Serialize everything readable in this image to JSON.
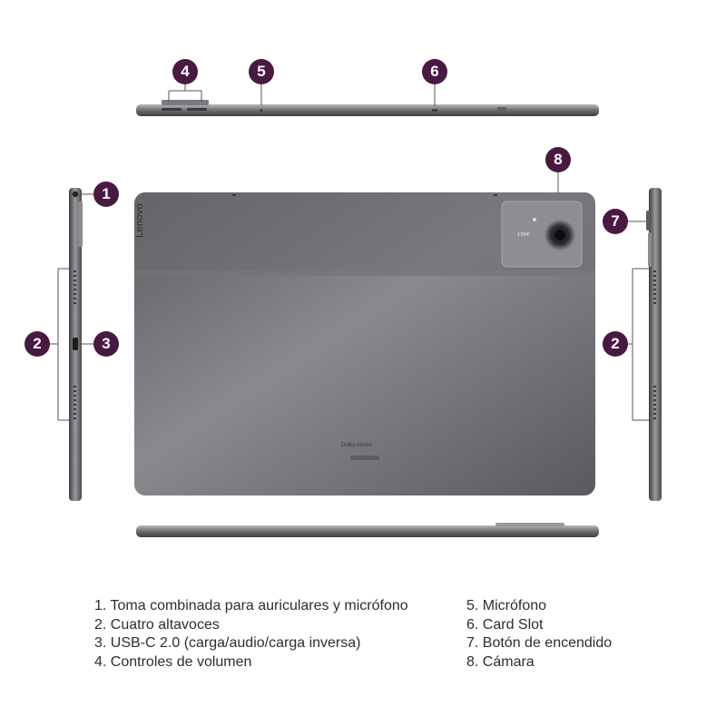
{
  "callouts": {
    "c1": "1",
    "c2_left": "2",
    "c2_right": "2",
    "c3": "3",
    "c4": "4",
    "c5": "5",
    "c6": "6",
    "c7": "7",
    "c8": "8"
  },
  "device": {
    "brand": "Lenovo",
    "speaker_badge": "Dolby Atmos",
    "camera_badge": "13MP"
  },
  "legend": {
    "left": [
      "1.  Toma combinada para auriculares y micrófono",
      "2. Cuatro altavoces",
      "3. USB-C 2.0 (carga/audio/carga inversa)",
      "4. Controles de volumen"
    ],
    "right": [
      "5. Micrófono",
      "6. Card Slot",
      "7. Botón de encendido",
      "8. Cámara"
    ]
  },
  "colors": {
    "callout": "#4a1942",
    "body": "#6b6b6f",
    "frame": "#8a8a8e"
  }
}
